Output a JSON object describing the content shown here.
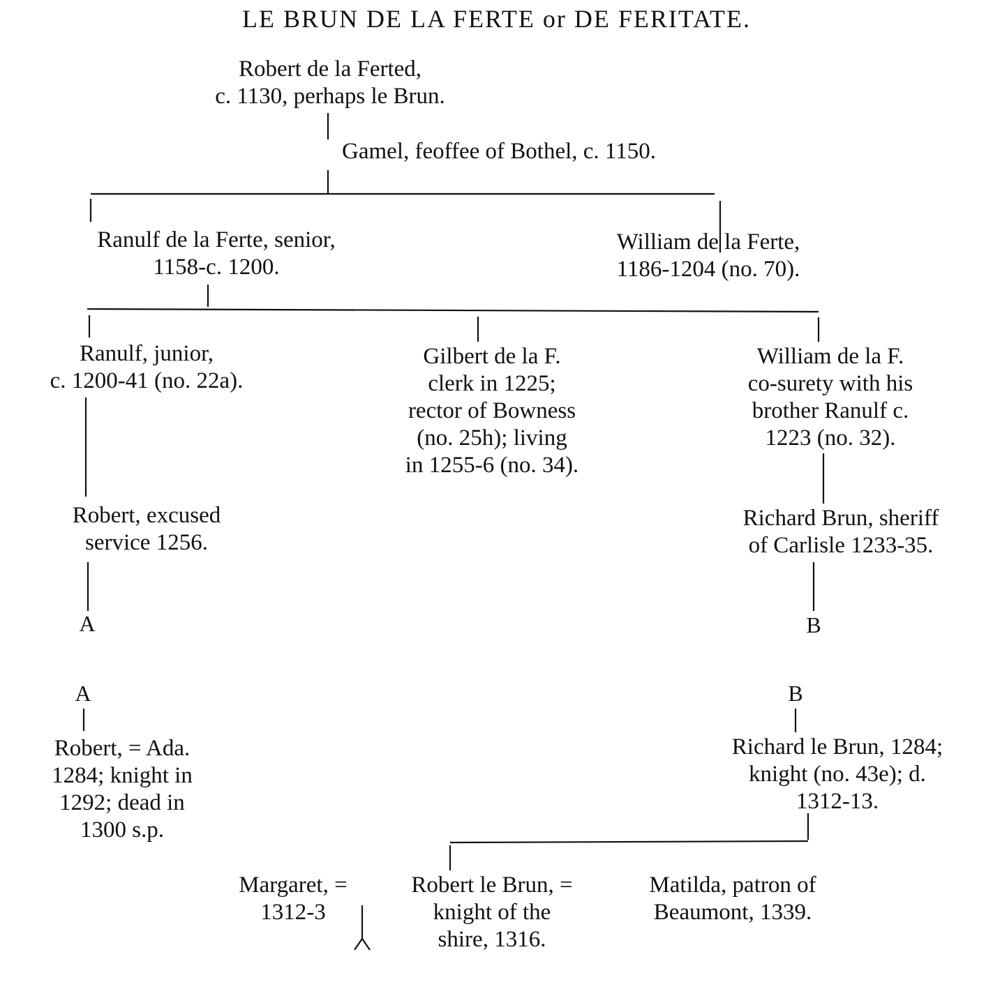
{
  "title": "LE BRUN DE LA FERTE or DE FERITATE.",
  "persons": {
    "robert_ferted": {
      "lines": [
        "Robert de la Ferted,",
        "c. 1130, perhaps le Brun."
      ]
    },
    "gamel": {
      "lines": [
        "Gamel, feoffee of Bothel, c. 1150."
      ]
    },
    "ranulf_senior": {
      "lines": [
        "Ranulf de la Ferte, senior,",
        "1158-c. 1200."
      ]
    },
    "william_ferte": {
      "lines": [
        "William de la Ferte,",
        "1186-1204 (no. 70)."
      ]
    },
    "ranulf_junior": {
      "lines": [
        "Ranulf, junior,",
        "c. 1200-41 (no. 22a)."
      ]
    },
    "gilbert": {
      "lines": [
        "Gilbert de la F.",
        "clerk in 1225;",
        "rector of Bowness",
        "(no. 25h); living",
        "in 1255-6 (no. 34)."
      ]
    },
    "william_f": {
      "lines": [
        "William de la F.",
        "co-surety with his",
        "brother Ranulf c.",
        "1223 (no. 32)."
      ]
    },
    "robert_excused": {
      "lines": [
        "Robert, excused",
        "service 1256."
      ]
    },
    "richard_brun_sheriff": {
      "lines": [
        "Richard Brun, sheriff",
        "of Carlisle 1233-35."
      ]
    },
    "robert_ada": {
      "lines": [
        "Robert, = Ada.",
        "1284; knight in",
        "1292; dead in",
        "1300 s.p."
      ]
    },
    "richard_le_brun": {
      "lines": [
        "Richard le Brun, 1284;",
        "knight (no. 43e); d.",
        "1312-13."
      ]
    },
    "margaret": {
      "lines": [
        "Margaret, =",
        "1312-3"
      ]
    },
    "robert_le_brun": {
      "lines": [
        "Robert le Brun, =",
        "knight of the",
        "shire, 1316."
      ]
    },
    "matilda": {
      "lines": [
        "Matilda, patron of",
        "Beaumont, 1339."
      ]
    }
  },
  "markers": {
    "a_top": "A",
    "b_top": "B",
    "a_bottom": "A",
    "b_bottom": "B"
  }
}
